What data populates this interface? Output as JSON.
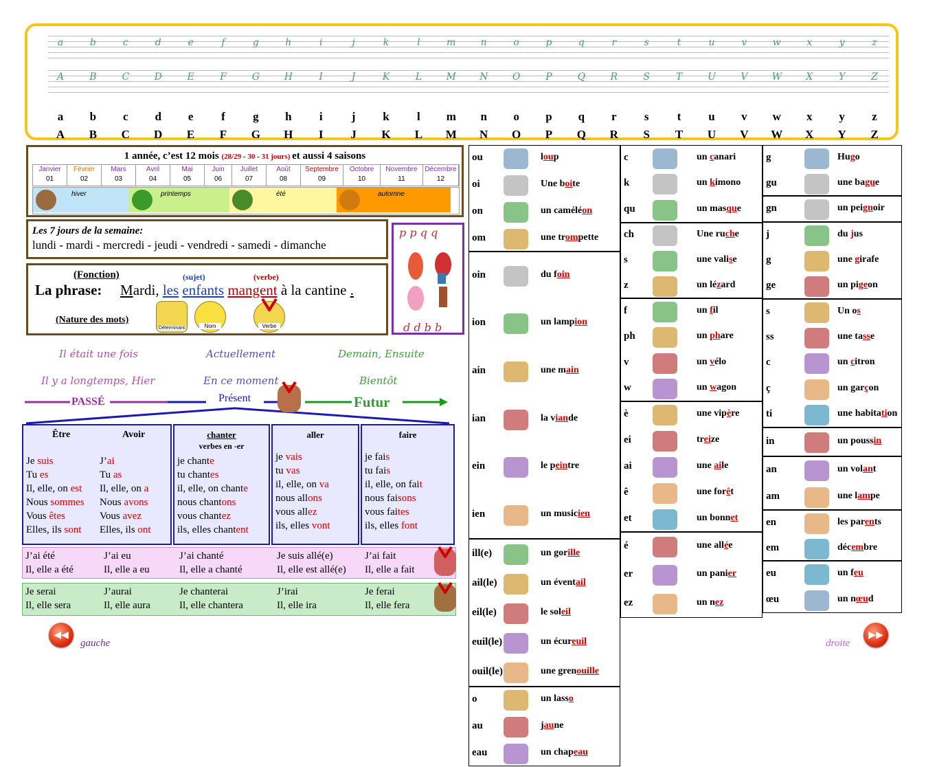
{
  "alphabet": {
    "lower": [
      "a",
      "b",
      "c",
      "d",
      "e",
      "f",
      "g",
      "h",
      "i",
      "j",
      "k",
      "l",
      "m",
      "n",
      "o",
      "p",
      "q",
      "r",
      "s",
      "t",
      "u",
      "v",
      "w",
      "x",
      "y",
      "z"
    ],
    "upper": [
      "A",
      "B",
      "C",
      "D",
      "E",
      "F",
      "G",
      "H",
      "I",
      "J",
      "K",
      "L",
      "M",
      "N",
      "O",
      "P",
      "Q",
      "R",
      "S",
      "T",
      "U",
      "V",
      "W",
      "X",
      "Y",
      "Z"
    ]
  },
  "year": {
    "title_a": "1 année, c’est 12 mois",
    "days_a": "(28/29",
    "days_sep1": " - ",
    "days_b": "30",
    "days_sep2": " - ",
    "days_c": "31",
    "days_d": " jours)",
    "title_b": "et aussi 4 saisons",
    "months": [
      {
        "name": "Janvier",
        "num": "01",
        "color": "#7b2fa8"
      },
      {
        "name": "Février",
        "num": "02",
        "color": "#e07000"
      },
      {
        "name": "Mars",
        "num": "03",
        "color": "#7b2fa8"
      },
      {
        "name": "Avril",
        "num": "04",
        "color": "#7b2fa8"
      },
      {
        "name": "Mai",
        "num": "05",
        "color": "#c000c0"
      },
      {
        "name": "Juin",
        "num": "06",
        "color": "#7b2fa8"
      },
      {
        "name": "Juillet",
        "num": "07",
        "color": "#7b2fa8"
      },
      {
        "name": "Août",
        "num": "08",
        "color": "#7b2fa8"
      },
      {
        "name": "Septembre",
        "num": "09",
        "color": "#d00000"
      },
      {
        "name": "Octobre",
        "num": "10",
        "color": "#7b2fa8"
      },
      {
        "name": "Novembre",
        "num": "11",
        "color": "#7b2fa8"
      },
      {
        "name": "Décembre",
        "num": "12",
        "color": "#7b2fa8"
      }
    ],
    "seasons": [
      {
        "name": "hiver",
        "color": "#bfe3f7"
      },
      {
        "name": "printemps",
        "color": "#c9f08a"
      },
      {
        "name": "été",
        "color": "#fff7a0"
      },
      {
        "name": "automne",
        "color": "#ff9900"
      }
    ]
  },
  "week": {
    "title": "Les 7 jours de la semaine:",
    "days": "lundi - mardi - mercredi - jeudi - vendredi - samedi - dimanche"
  },
  "letters_box": {
    "top": "p p q q",
    "bottom": "d d b b"
  },
  "phrase": {
    "fonction": "(Fonction)",
    "sujet": "(sujet)",
    "verbe": "(verbe)",
    "label": "La phrase:",
    "w1a": "M",
    "w1b": "ardi,",
    "w2": "les",
    "w3": "enfants",
    "w4": "mangent",
    "w5": "à la cantine",
    "w6": ".",
    "nature": "(Nature des mots)",
    "d_label": "Déterminant",
    "n_label": "Nom",
    "v_label": "Verbe"
  },
  "time": {
    "past1": "Il était une fois",
    "past2": "Il y a longtemps, Hier",
    "pres1": "Actuellement",
    "pres2": "En ce moment",
    "fut1": "Demain, Ensuite",
    "fut2": "Bientôt",
    "passe": "PASSÉ",
    "present": "Présent",
    "futur": "Futur"
  },
  "conj": {
    "etre_h": "Être",
    "avoir_h": "Avoir",
    "chanter_h": "chanter",
    "chanter_sub": "verbes en -er",
    "aller_h": "aller",
    "faire_h": "faire",
    "etre": [
      [
        "Je ",
        "suis"
      ],
      [
        "Tu ",
        "es"
      ],
      [
        "Il, elle, on ",
        "est"
      ],
      [
        "Nous ",
        "sommes"
      ],
      [
        "Vous ",
        "êtes"
      ],
      [
        "Elles, ils ",
        "sont"
      ]
    ],
    "avoir": [
      [
        "J’",
        "ai"
      ],
      [
        "Tu ",
        "as"
      ],
      [
        "Il, elle, on ",
        "a"
      ],
      [
        "Nous ",
        "avons"
      ],
      [
        "Vous ",
        "avez"
      ],
      [
        "Elles, ils ",
        "ont"
      ]
    ],
    "chanter": [
      [
        "je chant",
        "e"
      ],
      [
        "tu chant",
        "es"
      ],
      [
        "il, elle, on chant",
        "e"
      ],
      [
        "nous chant",
        "ons"
      ],
      [
        "vous chant",
        "ez"
      ],
      [
        "ils, elles chant",
        "ent"
      ]
    ],
    "aller": [
      [
        "je ",
        "vais"
      ],
      [
        "tu ",
        "vas"
      ],
      [
        "il, elle, on ",
        "va"
      ],
      [
        "nous all",
        "ons"
      ],
      [
        "vous all",
        "ez"
      ],
      [
        "ils, elles ",
        "vont"
      ]
    ],
    "faire": [
      [
        "je fai",
        "s"
      ],
      [
        "tu fai",
        "s"
      ],
      [
        "il, elle, on fai",
        "t"
      ],
      [
        "nous fai",
        "sons"
      ],
      [
        "vous fai",
        "tes"
      ],
      [
        "ils, elles ",
        "font"
      ]
    ],
    "passe": [
      [
        "J’ai été",
        "Il, elle a été"
      ],
      [
        "J’ai eu",
        "Il, elle a eu"
      ],
      [
        "J’ai chanté",
        "Il, elle a chanté"
      ],
      [
        "Je suis allé(e)",
        "Il, elle est allé(e)"
      ],
      [
        "J’ai fait",
        "Il, elle a fait"
      ]
    ],
    "futur": [
      [
        "Je serai",
        "Il, elle sera"
      ],
      [
        "J’aurai",
        "Il, elle aura"
      ],
      [
        "Je chanterai",
        "Il, elle chantera"
      ],
      [
        "J’irai",
        "Il, elle ira"
      ],
      [
        "Je ferai",
        "Il, elle fera"
      ]
    ]
  },
  "sounds": {
    "col1": [
      {
        "rows": [
          [
            "ou",
            "",
            "loup",
            "l",
            "ou",
            "p"
          ],
          [
            "oi",
            "",
            "Une boite",
            "Une b",
            "oi",
            "te"
          ],
          [
            "on",
            "",
            "un caméléon",
            "un camélé",
            "on",
            ""
          ],
          [
            "om",
            "",
            "une trompette",
            "une tr",
            "om",
            "pette"
          ]
        ]
      },
      {
        "rows": [
          [
            "oin",
            "",
            "du foin",
            "du f",
            "oin",
            ""
          ],
          [
            "ion",
            "",
            "un lampion",
            "un lamp",
            "ion",
            ""
          ],
          [
            "ain",
            "",
            "une main",
            "une m",
            "ain",
            ""
          ],
          [
            "ian",
            "",
            "la viande",
            "la v",
            "ian",
            "de"
          ],
          [
            "ein",
            "",
            "le peintre",
            "le p",
            "ein",
            "tre"
          ],
          [
            "ien",
            "",
            "un musicien",
            "un music",
            "ien",
            ""
          ]
        ]
      },
      {
        "rows": [
          [
            "ill(e)",
            "",
            "un gorille",
            "un gor",
            "ille",
            ""
          ],
          [
            "ail(le)",
            "",
            "un éventail",
            "un évent",
            "ail",
            ""
          ],
          [
            "eil(le)",
            "",
            "le soleil",
            "le sol",
            "eil",
            ""
          ],
          [
            "euil(le)",
            "",
            "un écureuil",
            "un écur",
            "euil",
            ""
          ],
          [
            "ouil(le)",
            "",
            "une grenouille",
            "une gren",
            "ouille",
            ""
          ]
        ]
      },
      {
        "rows": [
          [
            "o",
            "",
            "un lasso",
            "un lass",
            "o",
            ""
          ],
          [
            "au",
            "",
            "jaune",
            "j",
            "au",
            "ne"
          ],
          [
            "eau",
            "",
            "un chapeau",
            "un chap",
            "eau",
            ""
          ]
        ]
      }
    ],
    "col2": [
      {
        "rows": [
          [
            "c",
            "",
            "un canari",
            "un ",
            "c",
            "anari"
          ],
          [
            "k",
            "",
            "un kimono",
            "un ",
            "k",
            "imono"
          ],
          [
            "qu",
            "",
            "un masque",
            "un mas",
            "qu",
            "e"
          ]
        ]
      },
      {
        "rows": [
          [
            "ch",
            "",
            "Une ruche",
            "Une ru",
            "ch",
            "e"
          ],
          [
            "s",
            "",
            "une valise",
            "une vali",
            "s",
            "e"
          ],
          [
            "z",
            "",
            "un lézard",
            "un lé",
            "z",
            "ard"
          ]
        ]
      },
      {
        "rows": [
          [
            "f",
            "",
            "un fil",
            "un ",
            "f",
            "il"
          ],
          [
            "ph",
            "",
            "un phare",
            "un ",
            "ph",
            "are"
          ],
          [
            "v",
            "",
            "un vélo",
            "un ",
            "v",
            "élo"
          ],
          [
            "w",
            "",
            "un wagon",
            "un ",
            "w",
            "agon"
          ]
        ]
      },
      {
        "rows": [
          [
            "è",
            "",
            "une vipère",
            "une vip",
            "è",
            "re"
          ],
          [
            "ei",
            "",
            "treize",
            "tr",
            "ei",
            "ze"
          ],
          [
            "ai",
            "",
            "une aile",
            "une ",
            "ai",
            "le"
          ],
          [
            "ê",
            "",
            "une forêt",
            "une for",
            "ê",
            "t"
          ],
          [
            "et",
            "",
            "un bonnet",
            "un bonn",
            "et",
            ""
          ]
        ]
      },
      {
        "rows": [
          [
            "é",
            "",
            "une allée",
            "une all",
            "é",
            "e"
          ],
          [
            "er",
            "",
            "un panier",
            "un pani",
            "er",
            ""
          ],
          [
            "ez",
            "",
            "un nez",
            "un n",
            "ez",
            ""
          ]
        ]
      }
    ],
    "col3": [
      {
        "rows": [
          [
            "g",
            "",
            "Hugo",
            "Hu",
            "g",
            "o"
          ],
          [
            "gu",
            "",
            "une bague",
            "une ba",
            "gu",
            "e"
          ]
        ]
      },
      {
        "rows": [
          [
            "gn",
            "",
            "un peignoir",
            "un pei",
            "gn",
            "oir"
          ]
        ]
      },
      {
        "rows": [
          [
            "j",
            "",
            "du jus",
            "du ",
            "j",
            "us"
          ],
          [
            "g",
            "",
            "une girafe",
            "une ",
            "g",
            "irafe"
          ],
          [
            "ge",
            "",
            "un pigeon",
            "un pi",
            "ge",
            "on"
          ]
        ]
      },
      {
        "rows": [
          [
            "s",
            "",
            "Un os",
            "Un o",
            "s",
            ""
          ],
          [
            "ss",
            "",
            "une tasse",
            "une ta",
            "ss",
            "e"
          ],
          [
            "c",
            "",
            "un citron",
            "un ",
            "c",
            "itron"
          ],
          [
            "ç",
            "",
            "un garçon",
            "un gar",
            "ç",
            "on"
          ],
          [
            "ti",
            "une",
            "habitation",
            "habita",
            "ti",
            "on"
          ]
        ]
      },
      {
        "rows": [
          [
            "in",
            "",
            "un poussin",
            "un pouss",
            "in",
            ""
          ]
        ]
      },
      {
        "rows": [
          [
            "an",
            "",
            "un volant",
            "un vol",
            "an",
            "t"
          ],
          [
            "am",
            "",
            "une lampe",
            "une l",
            "am",
            "pe"
          ]
        ]
      },
      {
        "rows": [
          [
            "en",
            "",
            "les parents",
            "les par",
            "en",
            "ts"
          ],
          [
            "em",
            "",
            "décembre",
            "déc",
            "em",
            "bre"
          ]
        ]
      },
      {
        "rows": [
          [
            "eu",
            "",
            "un feu",
            "un f",
            "eu",
            ""
          ],
          [
            "œu",
            "",
            "un nœud",
            "un n",
            "œu",
            "d"
          ]
        ]
      }
    ]
  },
  "nav": {
    "left": "gauche",
    "right": "droite"
  }
}
